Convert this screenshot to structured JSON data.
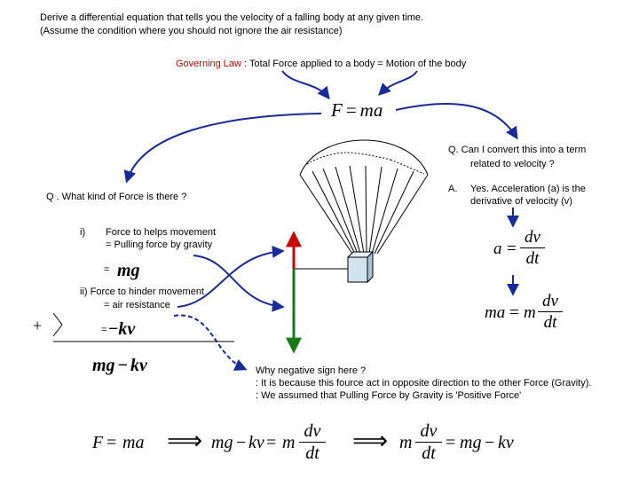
{
  "header": {
    "line1": "Derive a differential equation that tells you the velocity of a falling body at any given time.",
    "line2": "(Assume the condition where you should not ignore the air resistance)"
  },
  "governing": {
    "label": "Governing Law",
    "text": " : Total Force applied to a body = Motion of the body"
  },
  "law": {
    "lhs": "F",
    "eq": "=",
    "rhs": "ma"
  },
  "question_convert": {
    "q_line1": "Q. Can I convert this into a term",
    "q_line2": "related to velocity ?",
    "a_label": "A.",
    "a_line1": "Yes. Acceleration (a) is the",
    "a_line2": "derivative of velocity (v)"
  },
  "question_force": {
    "text": "Q . What kind of Force is there ?"
  },
  "force_help": {
    "marker": "i)",
    "line1": "Force to helps movement",
    "line2": "= Pulling force by gravity",
    "eq": "=",
    "expr": "mg"
  },
  "force_hinder": {
    "line1": "ii) Force to hinder movement",
    "line2": "= air resistance",
    "eq": "=",
    "minus": "−",
    "expr": "kv"
  },
  "sum": {
    "plus": "+",
    "expr_mg": "mg",
    "minus": "−",
    "expr_kv": "kv"
  },
  "accel_eq": {
    "lhs": "a",
    "eq": "=",
    "num": "dv",
    "den": "dt"
  },
  "ma_eq": {
    "lhs": "ma",
    "eq": "=",
    "m": "m",
    "num": "dv",
    "den": "dt"
  },
  "why_note": {
    "line1": "Why negative sign here ?",
    "line2": ": It is because this fource act in opposite direction to the other Force (Gravity).",
    "line3": ": We assumed that Pulling Force by Gravity is 'Positive Force'"
  },
  "final": {
    "f": "F",
    "eq": "=",
    "ma": "ma",
    "implies": "⟹",
    "mg": "mg",
    "minus": "−",
    "kv": "kv",
    "m": "m",
    "num": "dv",
    "den": "dt"
  },
  "colors": {
    "red": "#cc0000",
    "green": "#1a7a1a",
    "navy": "#1a2a9c",
    "box": "#d3e4ee"
  }
}
